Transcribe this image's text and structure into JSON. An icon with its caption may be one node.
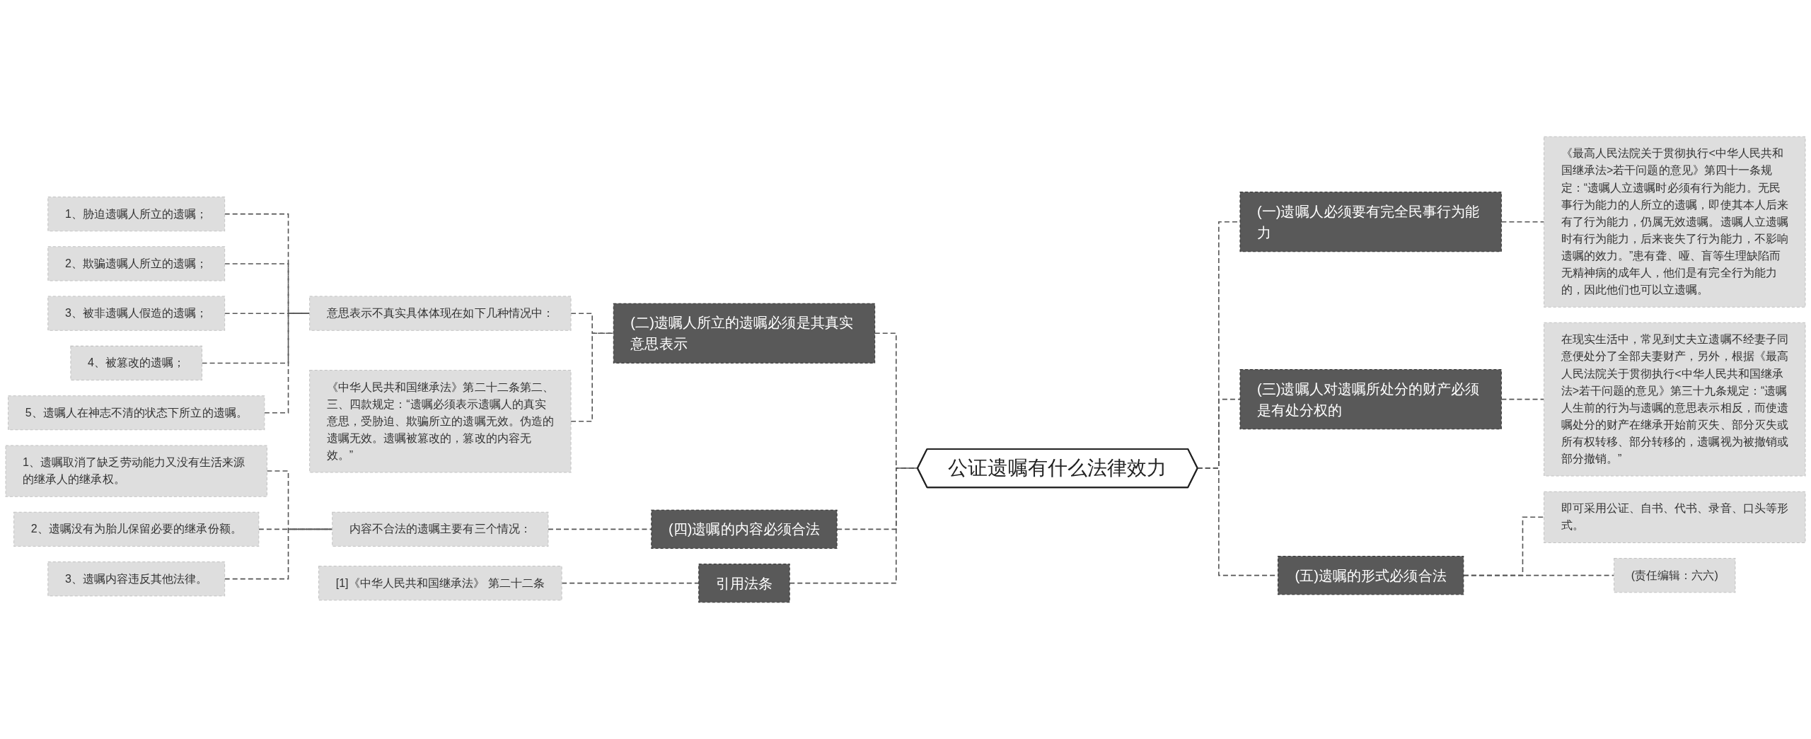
{
  "diagram": {
    "nodes": [
      {
        "text": [
          "公证遗嘱有什么法律效力"
        ]
      },
      {
        "text": [
          "(一)遗嘱人必须要有完全民事行为能力"
        ]
      },
      {
        "text": [
          "《最高人民法院关于贯彻执行<中华人民共和国继承法>若干问题的意见》第四十一条规定：“遗嘱人立遗嘱时必须有行为能力。无民事行为能力的人所立的遗嘱，即使其本人后来有了行为能力，仍属无效遗嘱。遗嘱人立遗嘱时有行为能力，后来丧失了行为能力，不影响遗嘱的效力。”患有聋、哑、盲等生理缺陷而无精神病的成年人，他们是有完全行为能力的，因此他们也可以立遗嘱。"
        ]
      },
      {
        "text": [
          "(二)遗嘱人所立的遗嘱必须是其真实意思表示"
        ]
      },
      {
        "text": [
          "意思表示不真实具体体现在如下几种情况中："
        ]
      },
      {
        "text": [
          "1、胁迫遗嘱人所立的遗嘱；"
        ]
      },
      {
        "text": [
          "2、欺骗遗嘱人所立的遗嘱；"
        ]
      },
      {
        "text": [
          "3、被非遗嘱人假造的遗嘱；"
        ]
      },
      {
        "text": [
          "4、被篡改的遗嘱；"
        ]
      },
      {
        "text": [
          "5、遗嘱人在神志不清的状态下所立的遗嘱。"
        ]
      },
      {
        "text": [
          "《中华人民共和国继承法》第二十二条第二、三、四款规定：“遗嘱必须表示遗嘱人的真实意思，受胁迫、欺骗所立的遗嘱无效。伪造的遗嘱无效。遗嘱被篡改的，篡改的内容无效。”"
        ]
      },
      {
        "text": [
          "(三)遗嘱人对遗嘱所处分的财产必须是有处分权的"
        ]
      },
      {
        "text": [
          "在现实生活中，常见到丈夫立遗嘱不经妻子同意便处分了全部夫妻财产，另外，根据《最高人民法院关于贯彻执行<中华人民共和国继承法>若干问题的意见》第三十九条规定：“遗嘱人生前的行为与遗嘱的意思表示相反，而使遗嘱处分的财产在继承开始前灭失、部分灭失或所有权转移、部分转移的，遗嘱视为被撤销或部分撤销。”"
        ]
      },
      {
        "text": [
          "(四)遗嘱的内容必须合法"
        ]
      },
      {
        "text": [
          "内容不合法的遗嘱主要有三个情况："
        ]
      },
      {
        "text": [
          "1、遗嘱取消了缺乏劳动能力又没有生活来源的继承人的继承权。"
        ]
      },
      {
        "text": [
          "2、遗嘱没有为胎儿保留必要的继承份额。"
        ]
      },
      {
        "text": [
          "3、遗嘱内容违反其他法律。"
        ]
      },
      {
        "text": [
          "(五)遗嘱的形式必须合法"
        ]
      },
      {
        "text": [
          "即可采用公证、自书、代书、录音、口头等形式。"
        ]
      },
      {
        "text": [
          "(责任编辑：六六)"
        ]
      },
      {
        "text": [
          "引用法条"
        ]
      },
      {
        "text": [
          "[1]《中华人民共和国继承法》 第二十二条"
        ]
      }
    ],
    "edges": [
      {
        "from": 0,
        "to": 1,
        "arrow": "none",
        "style": "dashed"
      },
      {
        "from": 1,
        "to": 2,
        "arrow": "none",
        "style": "dashed"
      },
      {
        "from": 0,
        "to": 3,
        "arrow": "none",
        "style": "dashed"
      },
      {
        "from": 3,
        "to": 4,
        "arrow": "none",
        "style": "dashed"
      },
      {
        "from": 4,
        "to": 5,
        "arrow": "none",
        "style": "dashed"
      },
      {
        "from": 4,
        "to": 6,
        "arrow": "none",
        "style": "dashed"
      },
      {
        "from": 4,
        "to": 7,
        "arrow": "none",
        "style": "dashed"
      },
      {
        "from": 4,
        "to": 8,
        "arrow": "none",
        "style": "dashed"
      },
      {
        "from": 4,
        "to": 9,
        "arrow": "none",
        "style": "dashed"
      },
      {
        "from": 3,
        "to": 10,
        "arrow": "none",
        "style": "dashed"
      },
      {
        "from": 0,
        "to": 11,
        "arrow": "none",
        "style": "dashed"
      },
      {
        "from": 11,
        "to": 12,
        "arrow": "none",
        "style": "dashed"
      },
      {
        "from": 0,
        "to": 13,
        "arrow": "none",
        "style": "dashed"
      },
      {
        "from": 13,
        "to": 14,
        "arrow": "none",
        "style": "dashed"
      },
      {
        "from": 14,
        "to": 15,
        "arrow": "none",
        "style": "dashed"
      },
      {
        "from": 14,
        "to": 16,
        "arrow": "none",
        "style": "dashed"
      },
      {
        "from": 14,
        "to": 17,
        "arrow": "none",
        "style": "dashed"
      },
      {
        "from": 0,
        "to": 18,
        "arrow": "none",
        "style": "dashed"
      },
      {
        "from": 18,
        "to": 19,
        "arrow": "none",
        "style": "dashed"
      },
      {
        "from": 18,
        "to": 20,
        "arrow": "none",
        "style": "dashed"
      },
      {
        "from": 0,
        "to": 21,
        "arrow": "none",
        "style": "dashed"
      },
      {
        "from": 21,
        "to": 22,
        "arrow": "none",
        "style": "dashed"
      }
    ]
  }
}
